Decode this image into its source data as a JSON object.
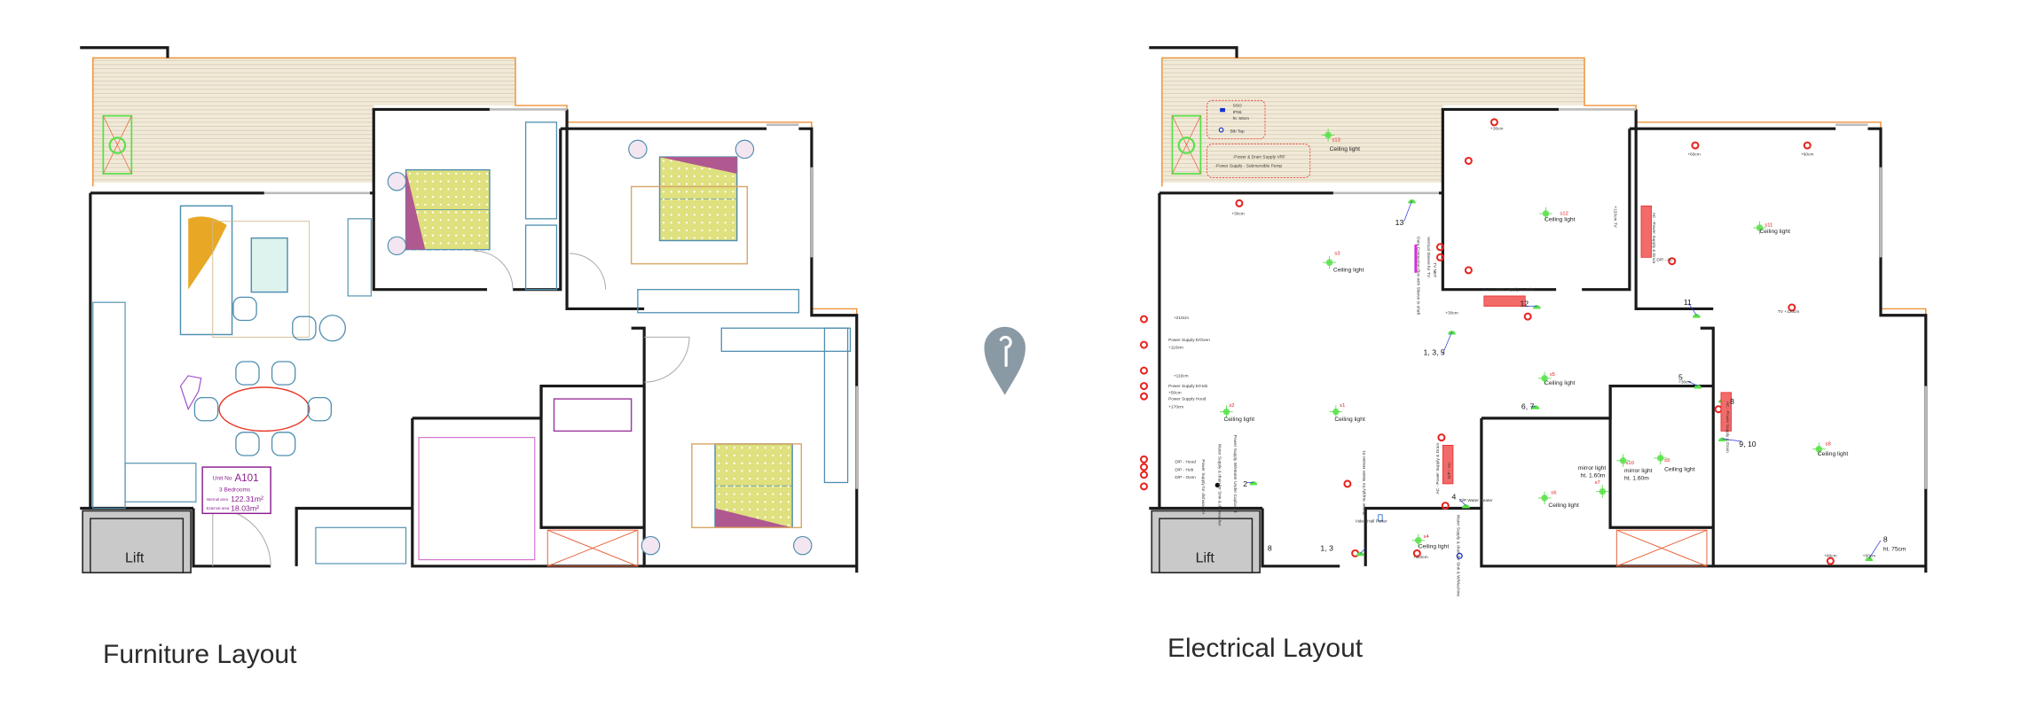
{
  "titles": {
    "furniture": "Furniture Layout",
    "electrical": "Electrical Layout"
  },
  "unit_box": {
    "unit_prefix": "Unit No",
    "unit_no": "A101",
    "bedrooms": "3 Bedrooms",
    "internal_label": "Internal area",
    "internal_value": "122.31m²",
    "external_label": "External area",
    "external_value": "18.03m²"
  },
  "lift_label": "Lift",
  "electrical": {
    "balcony_notes": [
      "SSO",
      "IP66",
      "ht. 50cm",
      "Bib Tap",
      "-Power & Drain Supply VRF",
      "-Power Supply - Submersible Pump"
    ],
    "ceiling_light": "Ceiling light",
    "mirror_light": "mirror light",
    "mirror_height": "ht. 1.60m",
    "light_ids": [
      "s1",
      "s2",
      "s3",
      "s4",
      "s5",
      "s6",
      "s7",
      "s8",
      "s9",
      "s10",
      "s11",
      "s12",
      "s13"
    ],
    "heights": [
      "+30cm",
      "+60cm",
      "+110cm",
      "+120cm",
      "+210cm",
      "+50cm",
      "+170cm",
      "TV +120cm"
    ],
    "kitchen_wall": [
      "Power Supply E/Oven",
      "Power Supply E/Hob",
      "Power Supply Hood",
      "D/P - Hood",
      "D/P - Hob",
      "D/P - Oven"
    ],
    "vertical_notes": [
      "Power Supply for dishwasher",
      "Water Supply & drain for Sink & dishwasher",
      "Power Supply W/Heater Under Cupboard",
      "Power Supply for Water Heater 01",
      "Water Supply & drain for Sink & W/Machine",
      "AC - Power Supply & Drain",
      "D/P - AC",
      "Data Connection Box with Sleeve to shaft",
      "Vertical Sleeve for TV",
      "TV  NET",
      "+120cm TV"
    ],
    "ac_label": "AC - Power Supply & Drain",
    "water_heater": "D/P Water Heater",
    "video": "Video Hall Porter",
    "switch_refs": [
      "13",
      "12",
      "1, 3, 5",
      "2",
      "1, 3",
      "4",
      "6, 7",
      "5",
      "8",
      "9, 10",
      "11",
      "8"
    ],
    "desk_height": "ht. 75cm"
  },
  "colors": {
    "wall": "#1a1a1a",
    "balcony": "#f1ead9",
    "bed": "#dfe07e",
    "light": "#59e04a",
    "socket": "#e8231f",
    "marker": "#8a9aa5",
    "furniture": "#4f8fb0",
    "unit_box": "#8b1f8f"
  }
}
